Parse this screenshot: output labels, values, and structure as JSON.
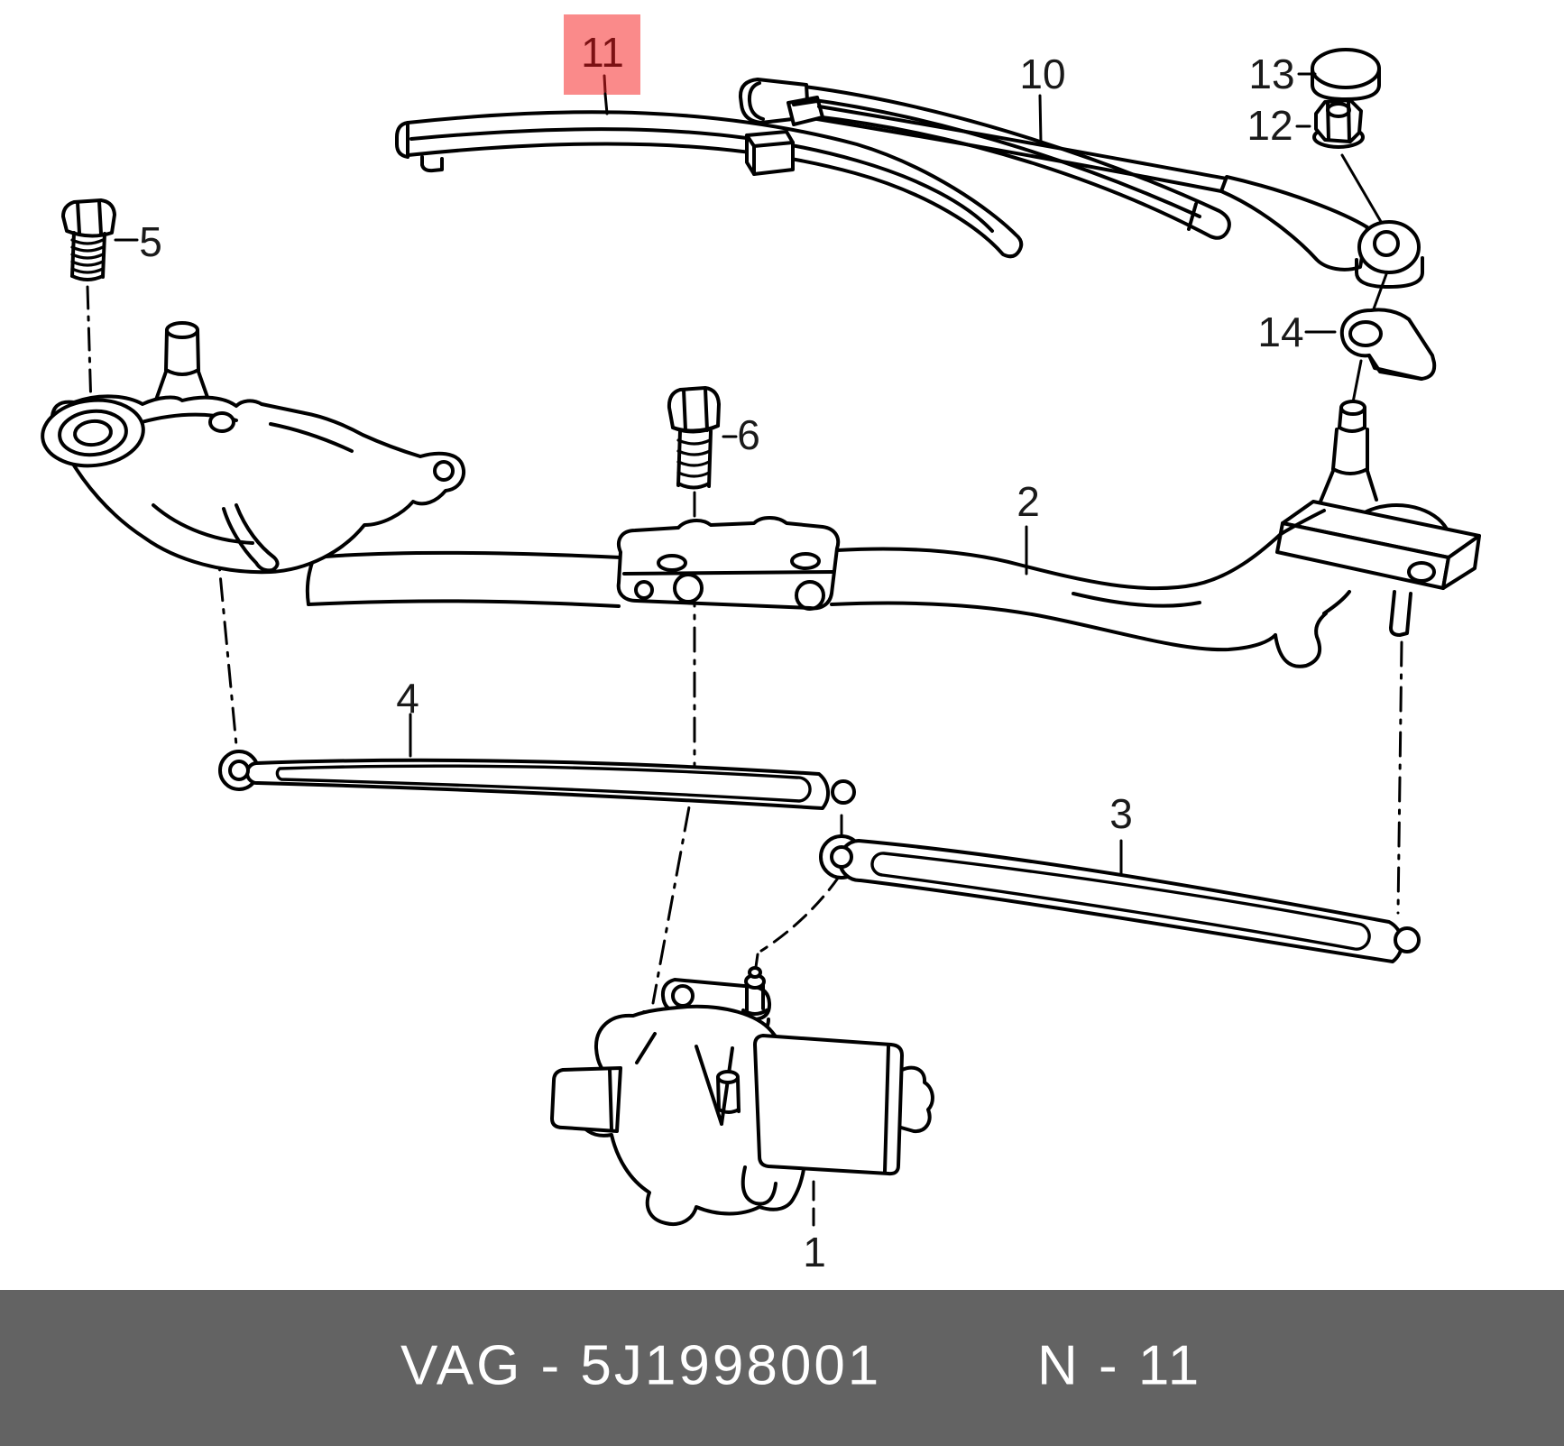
{
  "page": {
    "background": "#ffffff"
  },
  "diagram": {
    "line_color": "#000000",
    "labels": {
      "p1": "1",
      "p2": "2",
      "p3": "3",
      "p4": "4",
      "p5": "5",
      "p6": "6",
      "p10": "10",
      "p11": "11",
      "p12": "12",
      "p13": "13",
      "p14": "14"
    },
    "highlight": {
      "label": "11",
      "box_color": "#fa8a8a",
      "label_color": "#7c1113"
    }
  },
  "footer": {
    "background": "#636363",
    "text_color": "#ffffff",
    "catalog_code": "VAG - 5J1998001",
    "page_ref": "N - 11"
  }
}
